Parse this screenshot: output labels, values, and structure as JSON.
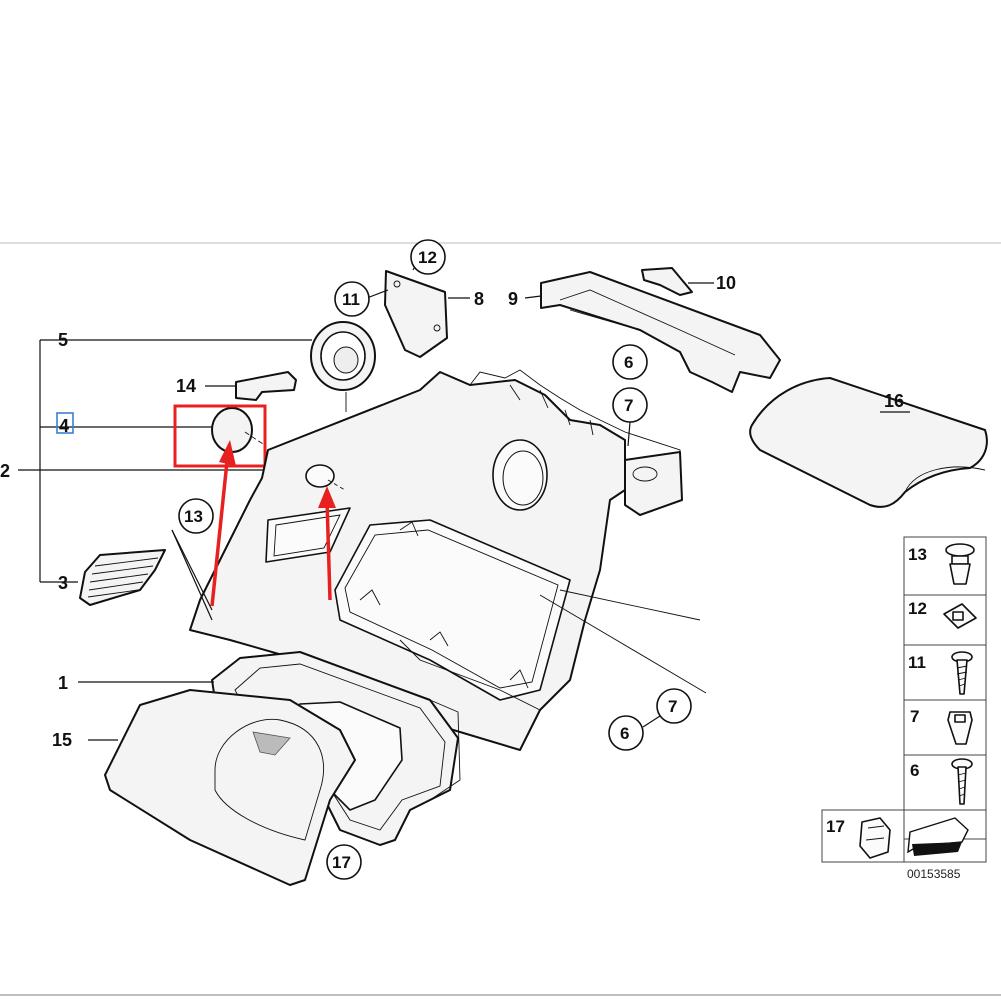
{
  "part_numbers": {
    "p1": "1",
    "p2": "2",
    "p3": "3",
    "p4": "4",
    "p5": "5",
    "p6a": "6",
    "p7a": "7",
    "p6b": "6",
    "p7b": "7",
    "p8": "8",
    "p9": "9",
    "p10": "10",
    "p11": "11",
    "p12": "12",
    "p13": "13",
    "p14": "14",
    "p15": "15",
    "p16": "16",
    "p17": "17"
  },
  "legend": {
    "rows": [
      "13",
      "12",
      "11",
      "7",
      "6"
    ],
    "bottom": "17"
  },
  "diagram_code": "00153585",
  "colors": {
    "highlight": "#e8201f",
    "selection": "#3b7fd6",
    "line": "#111111"
  }
}
